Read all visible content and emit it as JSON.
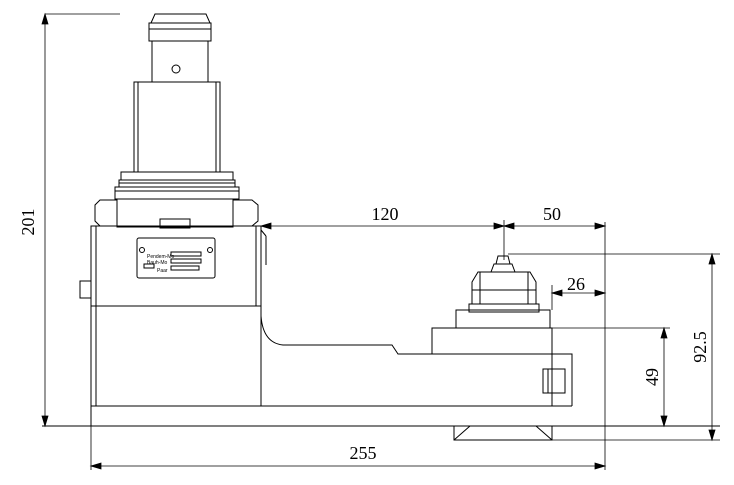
{
  "drawing": {
    "dimensions": {
      "overall_height": "201",
      "overall_width": "255",
      "horizontal_offset_1": "120",
      "horizontal_offset_2": "50",
      "small_offset": "26",
      "platform_height": "49",
      "platform_total_height": "92.5"
    },
    "nameplate": {
      "line1": "Pendem-Mo",
      "line2": "Bauh-Mo",
      "line3": "Paar"
    },
    "colors": {
      "line": "#000000",
      "background": "#ffffff"
    }
  }
}
